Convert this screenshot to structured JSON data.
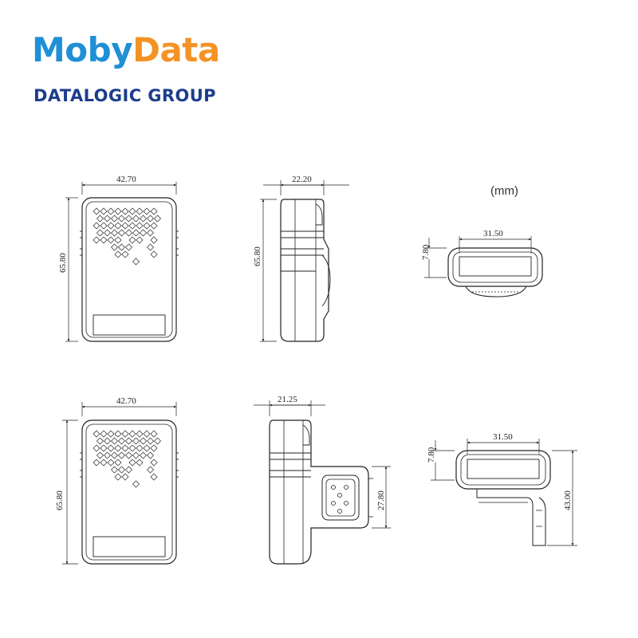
{
  "logo": {
    "brand_part1": "Moby",
    "brand_part2": "Data",
    "subtitle": "DATALOGIC GROUP",
    "colors": {
      "moby": "#1f8fd6",
      "data": "#f39325",
      "subtitle": "#1d3d8c"
    }
  },
  "unit_label": "(mm)",
  "views": {
    "front_top": {
      "width": "42.70",
      "height": "65.80"
    },
    "side_top": {
      "depth": "22.20",
      "height": "65.80"
    },
    "top_top": {
      "width": "31.50",
      "height": "7.80"
    },
    "front_bottom": {
      "width": "42.70",
      "height": "65.80"
    },
    "side_bottom": {
      "depth": "21.25",
      "connector": "27.80"
    },
    "top_bottom": {
      "width": "31.50",
      "height": "7.80",
      "total": "43.00"
    }
  }
}
